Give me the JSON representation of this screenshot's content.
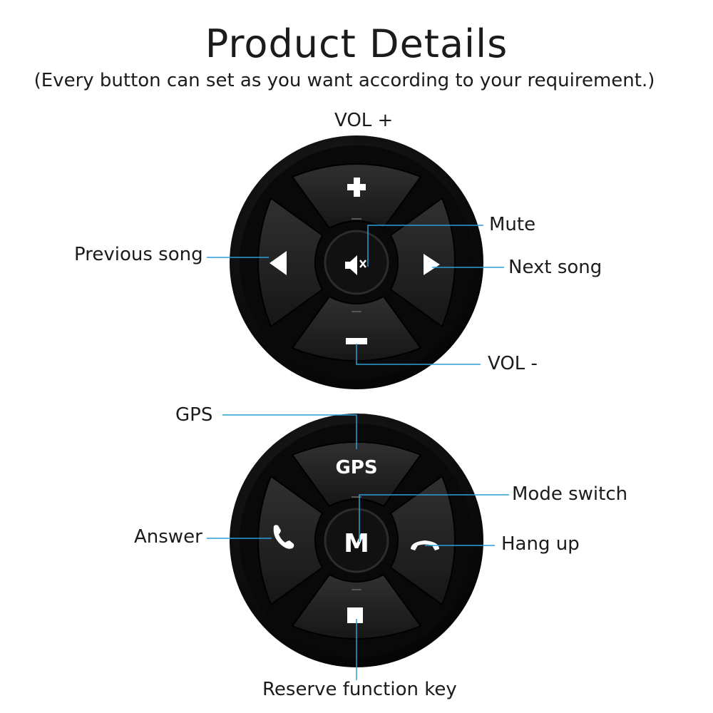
{
  "header": {
    "title": "Product  Details",
    "subtitle": "(Every button can  set as you want according to your requirement.)"
  },
  "controller_top": {
    "labels": {
      "vol_plus": "VOL +",
      "mute": "Mute",
      "previous": "Previous song",
      "next": "Next song",
      "vol_minus": "VOL -"
    },
    "icons": [
      "plus-icon",
      "minus-icon",
      "left-arrow-icon",
      "right-arrow-icon",
      "mute-icon"
    ]
  },
  "controller_bottom": {
    "button_text": {
      "top": "GPS",
      "center": "M"
    },
    "labels": {
      "gps": "GPS",
      "mode": "Mode switch",
      "answer": "Answer",
      "hangup": "Hang up",
      "reserve": "Reserve function key"
    },
    "icons": [
      "phone-answer-icon",
      "phone-hangup-icon",
      "square-icon"
    ]
  },
  "colors": {
    "callout": "#2a9fd8",
    "body": "#0d0d0d",
    "button": "#1a1a1a",
    "icon": "#ffffff"
  }
}
